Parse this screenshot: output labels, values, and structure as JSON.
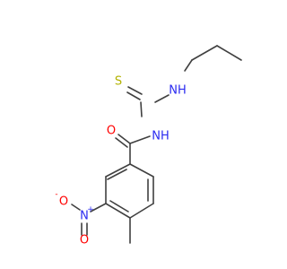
{
  "molecule": {
    "atoms": {
      "s": {
        "symbol": "S",
        "color": "#b2b200"
      },
      "nh_thio": {
        "symbol": "NH",
        "color": "#2a2af0"
      },
      "nh_amide": {
        "symbol": "NH",
        "color": "#2a2af0"
      },
      "o_carbonyl": {
        "symbol": "O",
        "color": "#ff0000"
      },
      "o_nitro_minus": {
        "symbol": "O",
        "charge": "-",
        "color": "#ff0000"
      },
      "n_nitro": {
        "symbol": "N",
        "charge": "+",
        "color": "#2a2af0"
      },
      "o_nitro": {
        "symbol": "O",
        "color": "#ff0000"
      }
    },
    "bond_color": "#404040"
  }
}
